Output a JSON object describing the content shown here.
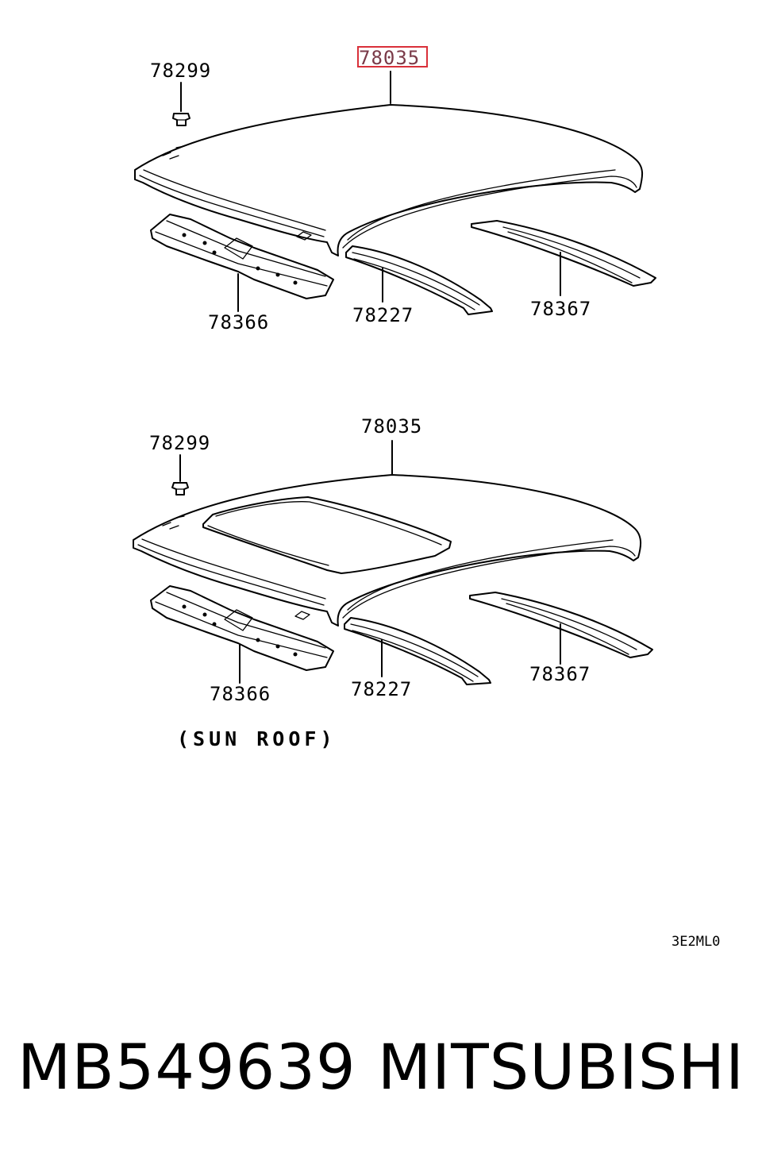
{
  "diagram": {
    "top": {
      "labels": {
        "roof_panel": "78035",
        "clip": "78299",
        "front_header": "78366",
        "side_rail": "78227",
        "rear_header": "78367"
      },
      "highlighted": "roof_panel",
      "highlight_color": "#d9303a"
    },
    "bottom": {
      "labels": {
        "roof_panel": "78035",
        "clip": "78299",
        "front_header": "78366",
        "side_rail": "78227",
        "rear_header": "78367"
      },
      "caption": "(SUN ROOF)"
    },
    "code": "3E2ML0"
  },
  "footer": {
    "part_number": "MB549639",
    "brand": "MITSUBISHI"
  }
}
